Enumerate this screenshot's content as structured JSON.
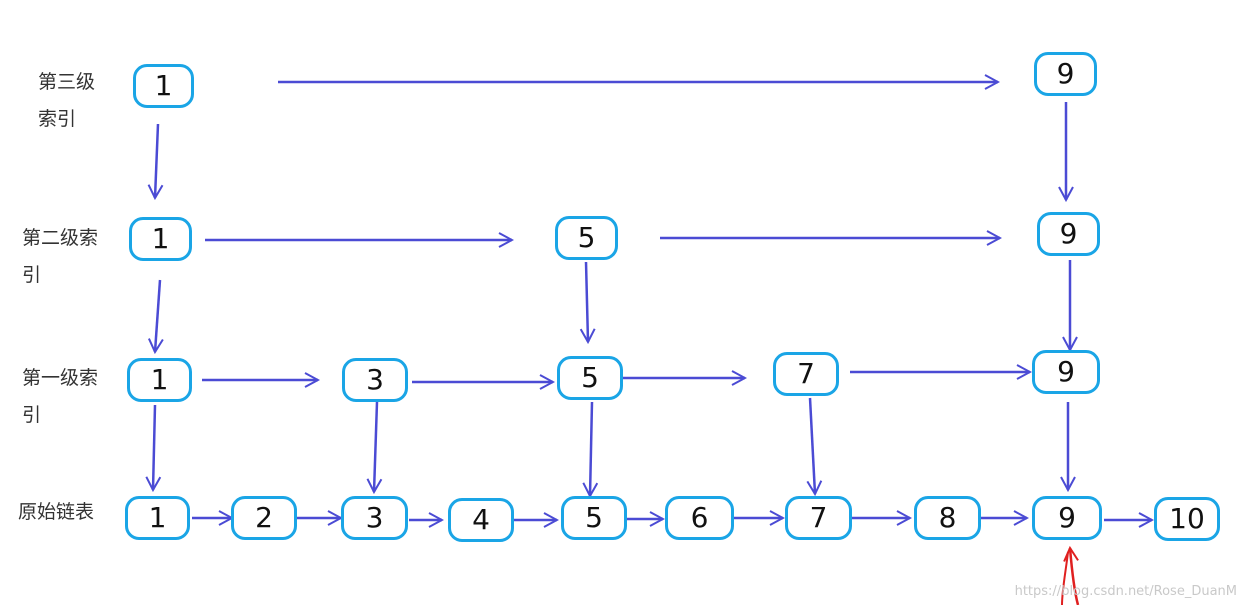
{
  "levels": [
    {
      "label": "第三级索引",
      "nodes": [
        "1",
        "9"
      ]
    },
    {
      "label": "第二级索引",
      "nodes": [
        "1",
        "5",
        "9"
      ]
    },
    {
      "label": "第一级索引",
      "nodes": [
        "1",
        "3",
        "5",
        "7",
        "9"
      ]
    },
    {
      "label": "原始链表",
      "nodes": [
        "1",
        "2",
        "3",
        "4",
        "5",
        "6",
        "7",
        "8",
        "9",
        "10"
      ]
    }
  ],
  "highlight": {
    "target": "9",
    "color": "#e02020"
  },
  "colors": {
    "node_border": "#1aa5e6",
    "arrow": "#4b4bd4"
  },
  "watermark": "https://blog.csdn.net/Rose_DuanM"
}
